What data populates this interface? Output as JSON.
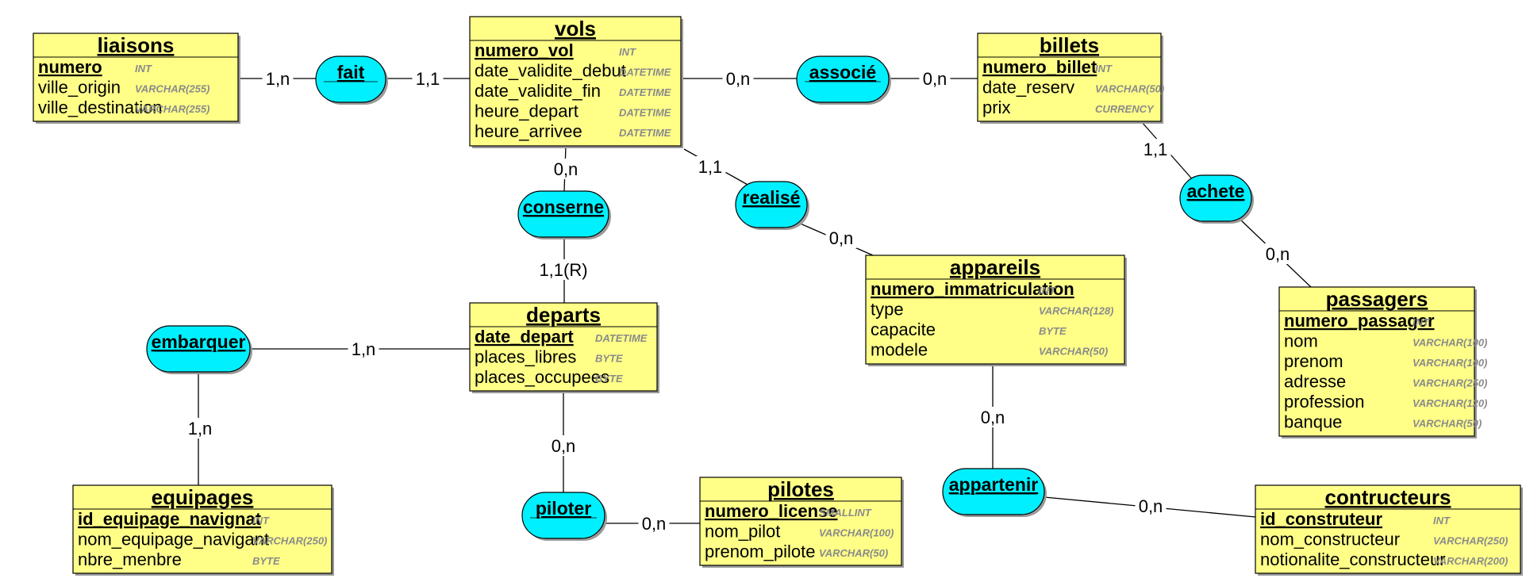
{
  "colors": {
    "entity_fill": "#ffff88",
    "entity_stroke": "#000000",
    "entity_shadow": "#9a9a9a",
    "assoc_fill": "#00f0ff",
    "link": "#000000"
  },
  "entities": [
    {
      "id": "liaisons",
      "title": "liaisons",
      "attributes": [
        {
          "name": "numero",
          "type": "INT",
          "key": true
        },
        {
          "name": "ville_origin",
          "type": "VARCHAR(255)",
          "key": false
        },
        {
          "name": "ville_destination",
          "type": "VARCHAR(255)",
          "key": false
        }
      ]
    },
    {
      "id": "vols",
      "title": "vols",
      "attributes": [
        {
          "name": "numero_vol",
          "type": "INT",
          "key": true
        },
        {
          "name": "date_validite_debut",
          "type": "DATETIME",
          "key": false
        },
        {
          "name": "date_validite_fin",
          "type": "DATETIME",
          "key": false
        },
        {
          "name": "heure_depart",
          "type": "DATETIME",
          "key": false
        },
        {
          "name": "heure_arrivee",
          "type": "DATETIME",
          "key": false
        }
      ]
    },
    {
      "id": "billets",
      "title": "billets",
      "attributes": [
        {
          "name": "numero_billet",
          "type": "INT",
          "key": true
        },
        {
          "name": "date_reserv",
          "type": "VARCHAR(50)",
          "key": false
        },
        {
          "name": "prix",
          "type": "CURRENCY",
          "key": false
        }
      ]
    },
    {
      "id": "departs",
      "title": "departs",
      "attributes": [
        {
          "name": "date_depart",
          "type": "DATETIME",
          "key": true
        },
        {
          "name": "places_libres",
          "type": "BYTE",
          "key": false
        },
        {
          "name": "places_occupees",
          "type": "BYTE",
          "key": false
        }
      ]
    },
    {
      "id": "appareils",
      "title": "appareils",
      "attributes": [
        {
          "name": "numero_immatriculation",
          "type": "INT",
          "key": true
        },
        {
          "name": "type",
          "type": "VARCHAR(128)",
          "key": false
        },
        {
          "name": "capacite",
          "type": "BYTE",
          "key": false
        },
        {
          "name": "modele",
          "type": "VARCHAR(50)",
          "key": false
        }
      ]
    },
    {
      "id": "passagers",
      "title": "passagers",
      "attributes": [
        {
          "name": "numero_passager",
          "type": "INT",
          "key": true
        },
        {
          "name": "nom",
          "type": "VARCHAR(100)",
          "key": false
        },
        {
          "name": "prenom",
          "type": "VARCHAR(100)",
          "key": false
        },
        {
          "name": "adresse",
          "type": "VARCHAR(250)",
          "key": false
        },
        {
          "name": "profession",
          "type": "VARCHAR(120)",
          "key": false
        },
        {
          "name": "banque",
          "type": "VARCHAR(50)",
          "key": false
        }
      ]
    },
    {
      "id": "equipages",
      "title": "equipages",
      "attributes": [
        {
          "name": "id_equipage_navignat",
          "type": "INT",
          "key": true
        },
        {
          "name": "nom_equipage_navigant",
          "type": "VARCHAR(250)",
          "key": false
        },
        {
          "name": "nbre_menbre",
          "type": "BYTE",
          "key": false
        }
      ]
    },
    {
      "id": "pilotes",
      "title": "pilotes",
      "attributes": [
        {
          "name": "numero_license",
          "type": "SMALLINT",
          "key": true
        },
        {
          "name": "nom_pilot",
          "type": "VARCHAR(100)",
          "key": false
        },
        {
          "name": "prenom_pilote",
          "type": "VARCHAR(50)",
          "key": false
        }
      ]
    },
    {
      "id": "contructeurs",
      "title": "contructeurs",
      "attributes": [
        {
          "name": "id_construteur",
          "type": "INT",
          "key": true
        },
        {
          "name": "nom_constructeur",
          "type": "VARCHAR(250)",
          "key": false
        },
        {
          "name": "notionalite_constructeur",
          "type": "VARCHAR(200)",
          "key": false
        }
      ]
    }
  ],
  "associations": [
    {
      "id": "fait",
      "label": "fait"
    },
    {
      "id": "associe",
      "label": "associé"
    },
    {
      "id": "conserne",
      "label": "conserne"
    },
    {
      "id": "realise",
      "label": "realisé"
    },
    {
      "id": "achete",
      "label": "achete"
    },
    {
      "id": "embarquer",
      "label": "embarquer"
    },
    {
      "id": "piloter",
      "label": "piloter"
    },
    {
      "id": "appartenir",
      "label": "appartenir"
    }
  ],
  "links": [
    {
      "id": "liaisons-fait",
      "cardinality": "1,n"
    },
    {
      "id": "fait-vols",
      "cardinality": "1,1"
    },
    {
      "id": "vols-associe",
      "cardinality": "0,n"
    },
    {
      "id": "associe-billets",
      "cardinality": "0,n"
    },
    {
      "id": "billets-achete",
      "cardinality": "1,1"
    },
    {
      "id": "achete-passagers",
      "cardinality": "0,n"
    },
    {
      "id": "vols-conserne",
      "cardinality": "0,n"
    },
    {
      "id": "conserne-departs",
      "cardinality": "1,1(R)"
    },
    {
      "id": "vols-realise",
      "cardinality": "1,1"
    },
    {
      "id": "realise-appareils",
      "cardinality": "0,n"
    },
    {
      "id": "embarquer-departs",
      "cardinality": "1,n"
    },
    {
      "id": "embarquer-equipages",
      "cardinality": "1,n"
    },
    {
      "id": "departs-piloter",
      "cardinality": "0,n"
    },
    {
      "id": "piloter-pilotes",
      "cardinality": "0,n"
    },
    {
      "id": "appareils-appartenir",
      "cardinality": "0,n"
    },
    {
      "id": "appartenir-contructeurs",
      "cardinality": "0,n"
    }
  ]
}
